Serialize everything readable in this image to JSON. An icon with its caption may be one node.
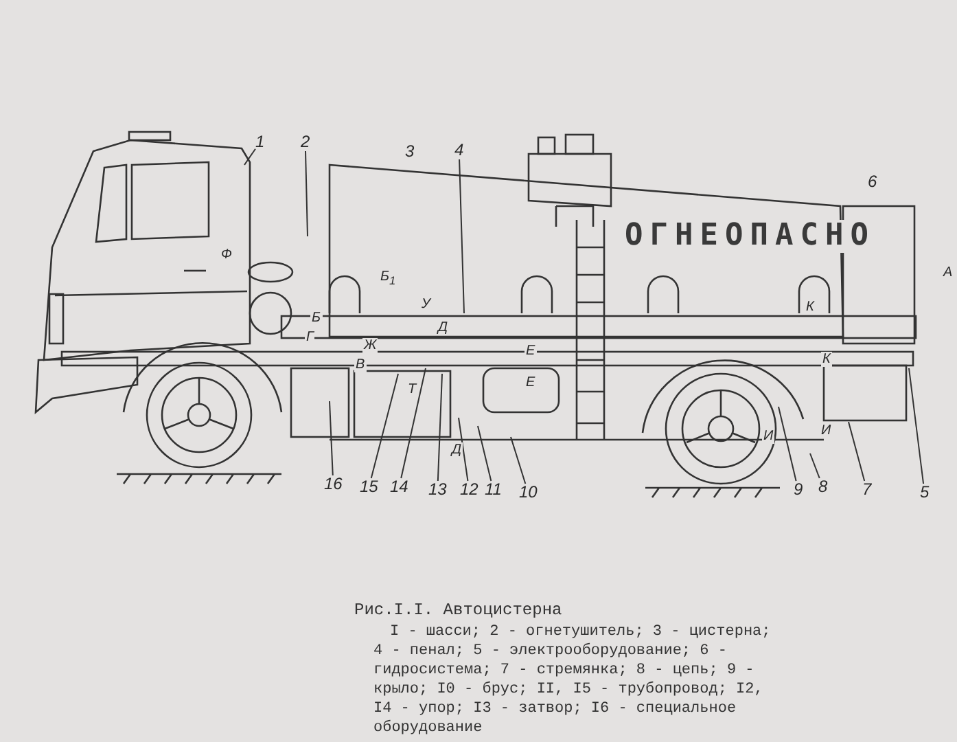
{
  "diagram": {
    "title": "Рис.I.I. Автоцистерна",
    "caption": "I - шасси; 2 - огнетушитель; 3 - цистерна; 4 - пенал; 5 - электрооборудование; 6 - гидросистема; 7 - стремянка; 8 - цепь; 9 - крыло; I0 - брус; II, I5 - трубопровод; I2, I4 - упор; I3 - затвор; I6 - специальное оборудование",
    "nodes": [
      {
        "text": [
          "1"
        ]
      },
      {
        "text": [
          "2"
        ]
      },
      {
        "text": [
          "4"
        ]
      },
      {
        "text": [
          "16"
        ]
      },
      {
        "text": [
          "15"
        ]
      },
      {
        "text": [
          "14"
        ]
      },
      {
        "text": [
          "13"
        ]
      },
      {
        "text": [
          "12"
        ]
      },
      {
        "text": [
          "11"
        ]
      },
      {
        "text": [
          "10"
        ]
      },
      {
        "text": [
          "9"
        ]
      },
      {
        "text": [
          "8"
        ]
      },
      {
        "text": [
          "7"
        ]
      },
      {
        "text": [
          "5"
        ]
      }
    ],
    "edges": [
      {
        "from": 0,
        "to": null,
        "arrow": "none"
      },
      {
        "from": 1,
        "to": null,
        "arrow": "none"
      },
      {
        "from": 2,
        "to": null,
        "arrow": "none"
      },
      {
        "from": 3,
        "to": null,
        "arrow": "none"
      },
      {
        "from": 4,
        "to": null,
        "arrow": "none"
      },
      {
        "from": 5,
        "to": null,
        "arrow": "none"
      },
      {
        "from": 6,
        "to": null,
        "arrow": "none"
      },
      {
        "from": 7,
        "to": null,
        "arrow": "none"
      },
      {
        "from": 8,
        "to": null,
        "arrow": "none"
      },
      {
        "from": 9,
        "to": null,
        "arrow": "none"
      },
      {
        "from": 10,
        "to": null,
        "arrow": "none"
      },
      {
        "from": 11,
        "to": null,
        "arrow": "none"
      },
      {
        "from": 12,
        "to": null,
        "arrow": "none"
      },
      {
        "from": 13,
        "to": null,
        "arrow": "none"
      }
    ],
    "labels": [
      "3",
      "6",
      "ОГНЕОПАСНО",
      "Ф",
      "Б$_{1}$",
      "У",
      "Д",
      "Б",
      "Г",
      "Ж",
      "В",
      "Т",
      "Е",
      "Е",
      "К",
      "К",
      "Д",
      "И",
      "И",
      "А"
    ]
  }
}
